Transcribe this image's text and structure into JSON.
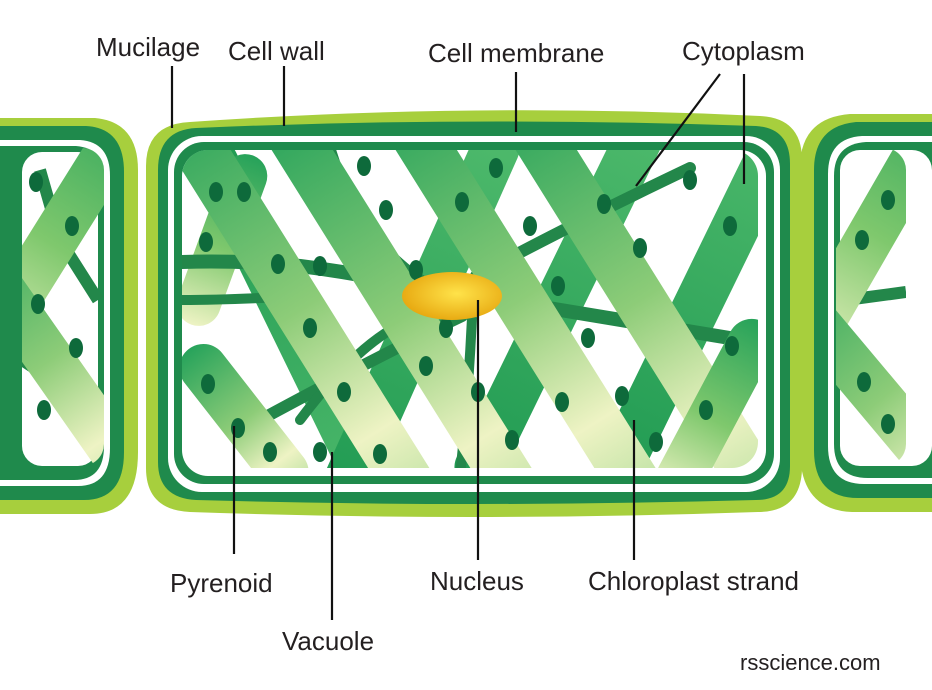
{
  "diagram": {
    "labels": {
      "mucilage": "Mucilage",
      "cell_wall": "Cell wall",
      "cell_membrane": "Cell membrane",
      "cytoplasm": "Cytoplasm",
      "pyrenoid": "Pyrenoid",
      "vacuole": "Vacuole",
      "nucleus": "Nucleus",
      "chloroplast_strand": "Chloroplast strand"
    },
    "credit": "rsscience.com",
    "colors": {
      "mucilage": "#a7cf3d",
      "cell_wall": "#1f8a4c",
      "cell_membrane": "#1f8a4c",
      "cytoplasm": "#23874a",
      "chloroplast_dark": "#26a25a",
      "chloroplast_light": "#eef3c4",
      "pyrenoid": "#0e6a3b",
      "nucleus": "#f2c218"
    },
    "icons": [
      "spirogyra-cell-illustration"
    ]
  }
}
